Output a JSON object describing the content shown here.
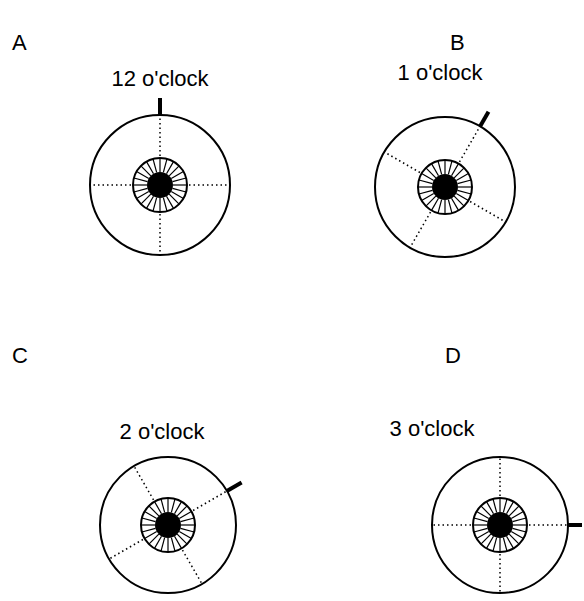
{
  "diagram": {
    "labels": [
      "A",
      "12 o'clock",
      "B",
      "1 o'clock",
      "C",
      "2 o'clock",
      "D",
      "3 o'clock"
    ]
  }
}
